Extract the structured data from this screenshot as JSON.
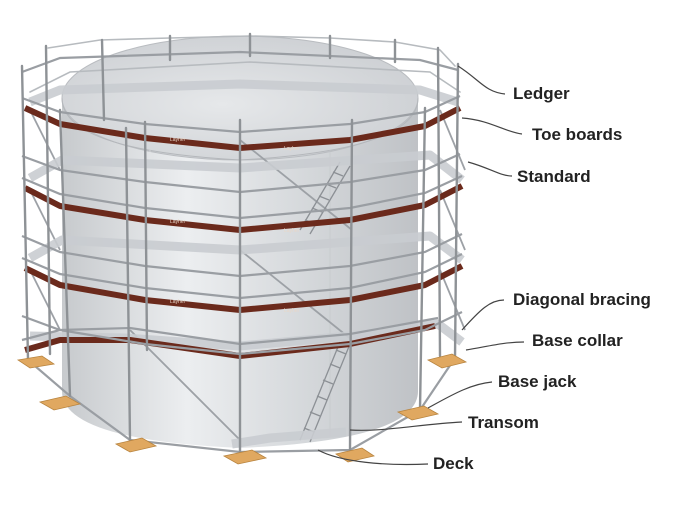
{
  "labels": {
    "ledger": "Ledger",
    "toe_boards": "Toe boards",
    "standard": "Standard",
    "diagonal_bracing": "Diagonal bracing",
    "base_collar": "Base collar",
    "base_jack": "Base jack",
    "transom": "Transom",
    "deck": "Deck"
  },
  "board_brand": "Layher",
  "colors": {
    "tank": "#d9dbdd",
    "tube": "#8e9296",
    "toe_board": "#6b2a1c",
    "base_plate": "#e0a860"
  }
}
